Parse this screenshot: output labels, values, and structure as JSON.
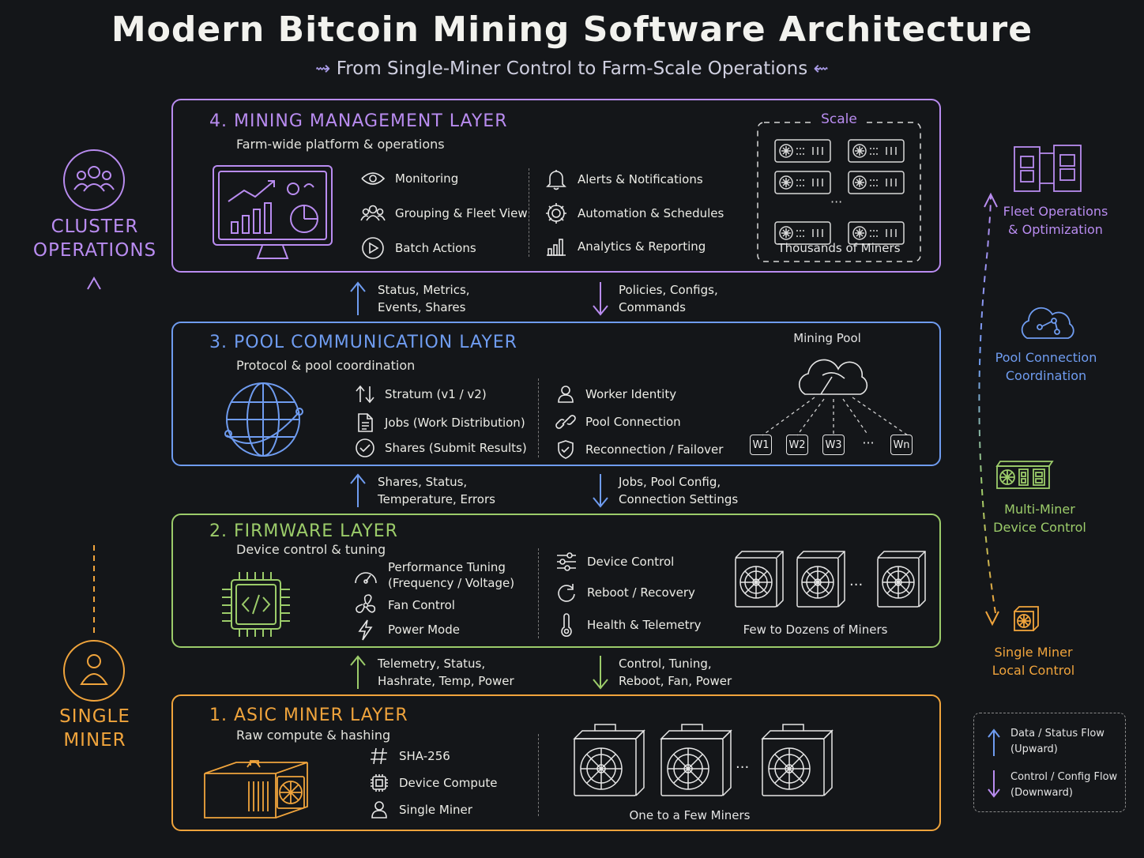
{
  "header": {
    "title": "Modern Bitcoin Mining Software Architecture",
    "subtitle": "From Single-Miner Control to Farm-Scale Operations"
  },
  "left_axis": {
    "top_label_line1": "CLUSTER",
    "top_label_line2": "OPERATIONS",
    "bottom_label_line1": "SINGLE",
    "bottom_label_line2": "MINER"
  },
  "layers": {
    "management": {
      "title": "4. MINING MANAGEMENT LAYER",
      "subtitle": "Farm-wide platform & operations",
      "features_left": [
        "Monitoring",
        "Grouping & Fleet View",
        "Batch Actions"
      ],
      "features_right": [
        "Alerts & Notifications",
        "Automation & Schedules",
        "Analytics & Reporting"
      ],
      "scale_title": "Scale",
      "scale_caption": "Thousands of Miners",
      "color": "#b98cf0"
    },
    "pool": {
      "title": "3. POOL COMMUNICATION LAYER",
      "subtitle": "Protocol & pool coordination",
      "features_left": [
        "Stratum (v1 / v2)",
        "Jobs (Work Distribution)",
        "Shares (Submit Results)"
      ],
      "features_right": [
        "Worker Identity",
        "Pool Connection",
        "Reconnection / Failover"
      ],
      "pool_title": "Mining Pool",
      "workers": [
        "W1",
        "W2",
        "W3",
        "···",
        "Wn"
      ],
      "color": "#6f9cf0"
    },
    "firmware": {
      "title": "2. FIRMWARE LAYER",
      "subtitle": "Device control & tuning",
      "features_left": [
        "Performance Tuning",
        "(Frequency / Voltage)",
        "Fan Control",
        "Power Mode"
      ],
      "features_right": [
        "Device Control",
        "Reboot / Recovery",
        "Health & Telemetry"
      ],
      "caption": "Few to Dozens of Miners",
      "color": "#9ccc6a"
    },
    "asic": {
      "title": "1. ASIC MINER LAYER",
      "subtitle": "Raw compute & hashing",
      "features": [
        "SHA-256",
        "Device Compute",
        "Single Miner"
      ],
      "caption": "One to a Few Miners",
      "color": "#f0a43c"
    }
  },
  "flows": {
    "f43_up": [
      "Status, Metrics,",
      "Events, Shares"
    ],
    "f43_down": [
      "Policies, Configs,",
      "Commands"
    ],
    "f32_up": [
      "Shares, Status,",
      "Temperature, Errors"
    ],
    "f32_down": [
      "Jobs, Pool Config,",
      "Connection Settings"
    ],
    "f21_up": [
      "Telemetry, Status,",
      "Hashrate, Temp, Power"
    ],
    "f21_down": [
      "Control, Tuning,",
      "Reboot, Fan, Power"
    ]
  },
  "right_panel": {
    "fleet": [
      "Fleet Operations",
      "& Optimization"
    ],
    "pool": [
      "Pool Connection",
      "Coordination"
    ],
    "multi": [
      "Multi-Miner",
      "Device Control"
    ],
    "single": [
      "Single Miner",
      "Local Control"
    ]
  },
  "legend": {
    "up": [
      "Data / Status Flow",
      "(Upward)"
    ],
    "down": [
      "Control / Config Flow",
      "(Downward)"
    ]
  }
}
